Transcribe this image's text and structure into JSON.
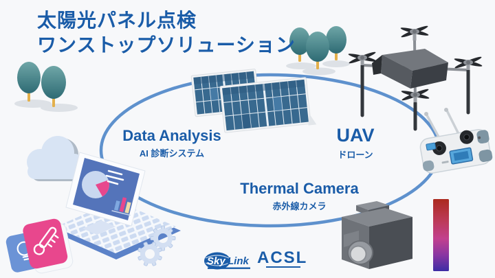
{
  "title": {
    "line1": "太陽光パネル点検",
    "line2": "ワンストップソリューション"
  },
  "nodes": {
    "data_analysis": {
      "title": "Data Analysis",
      "subtitle": "AI 診断システム"
    },
    "uav": {
      "title": "UAV",
      "subtitle": "ドローン"
    },
    "thermal_camera": {
      "title": "Thermal Camera",
      "subtitle": "赤外線カメラ"
    }
  },
  "footer": {
    "skylink_sky": "Sky",
    "skylink_link": "Link",
    "acsl": "ACSL"
  },
  "icons": [
    "tree-icon",
    "solar-panel-icon",
    "drone-icon",
    "remote-controller-icon",
    "cloud-icon",
    "laptop-icon",
    "pie-chart-icon",
    "bar-chart-icon",
    "light-bulb-icon",
    "thermometer-icon",
    "gear-icon",
    "thermal-camera-icon",
    "thermal-scale-icon",
    "globe-icon"
  ],
  "colors": {
    "brand_blue": "#1A5CA8",
    "ellipse_stroke": "#5E91CD",
    "accent_pink": "#E8478D",
    "tree_green": "#3F7E85",
    "background": "#F7F8FA",
    "thermal_scale_top": "#AB2A1E",
    "thermal_scale_middle": "#C2408E",
    "thermal_scale_bottom": "#3C2CA4"
  }
}
